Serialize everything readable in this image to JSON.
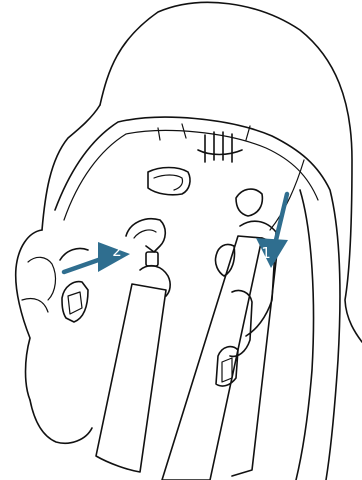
{
  "colors": {
    "line": "#111111",
    "arrow": "#2f6e8f",
    "background": "#ffffff"
  },
  "callouts": [
    {
      "label": "1",
      "target": "right-strap-slot"
    },
    {
      "label": "2",
      "target": "left-buckle-loop"
    }
  ]
}
